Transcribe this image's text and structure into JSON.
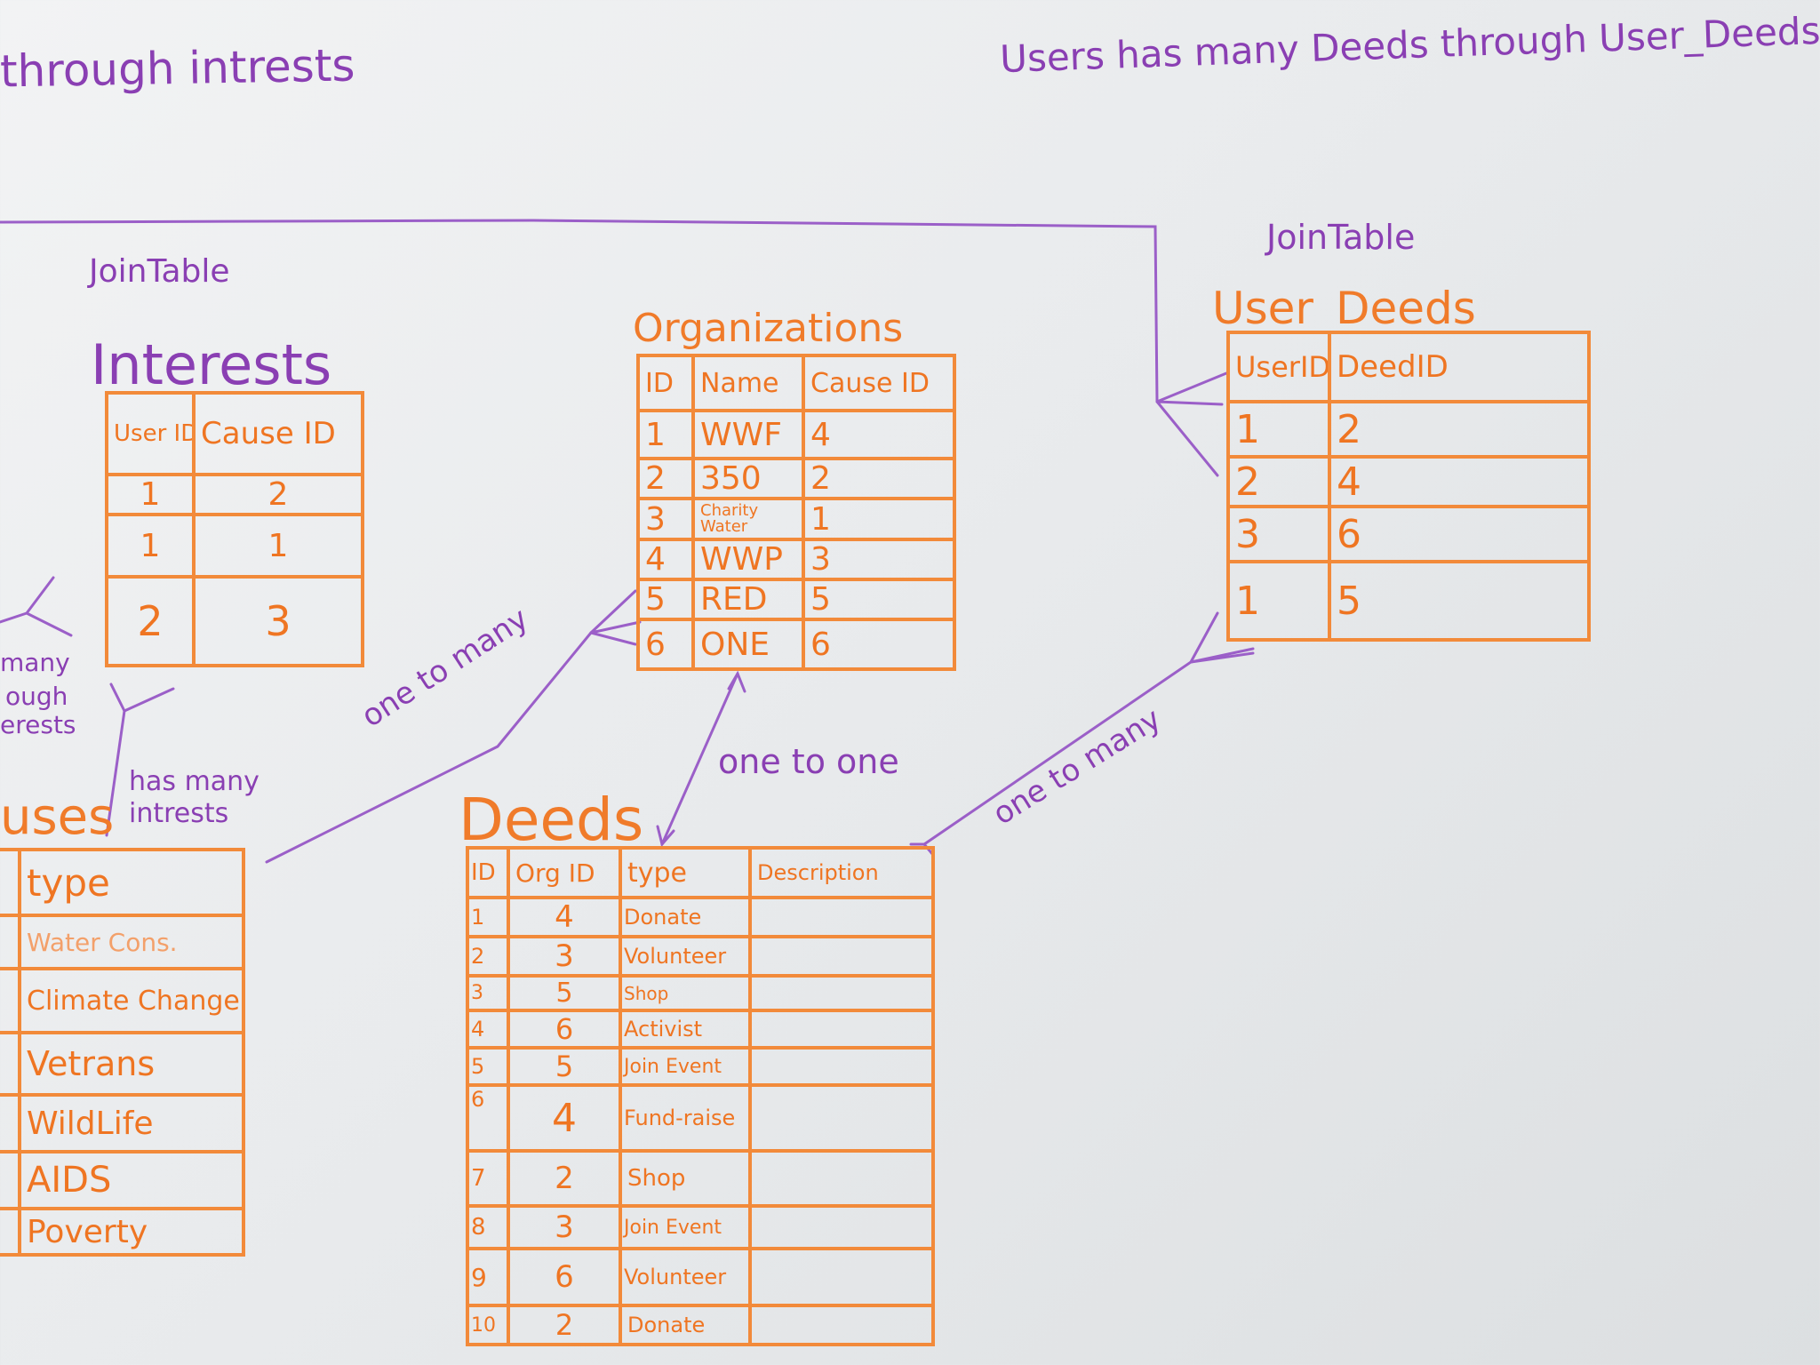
{
  "notes": {
    "top_left": "through intrests",
    "top_right": "Users has many Deeds through User_Deeds",
    "left_join_label": "JoinTable",
    "right_join_label": "JoinTable",
    "one_to_many_left": "one to many",
    "one_to_one": "one to one",
    "one_to_many_right": "one to many",
    "has_many_interests": "has many intrests",
    "many_fragment": "many",
    "through_fragment": "ough",
    "interests_fragment": "erests"
  },
  "interests": {
    "title": "Interests",
    "headers": [
      "User ID",
      "Cause ID"
    ],
    "rows": [
      [
        "1",
        "2"
      ],
      [
        "1",
        "1"
      ],
      [
        "2",
        "3"
      ]
    ]
  },
  "organizations": {
    "title": "Organizations",
    "headers": [
      "ID",
      "Name",
      "Cause ID"
    ],
    "rows": [
      [
        "1",
        "WWF",
        "4"
      ],
      [
        "2",
        "350",
        "2"
      ],
      [
        "3",
        "Charity Water",
        "1"
      ],
      [
        "4",
        "WWP",
        "3"
      ],
      [
        "5",
        "RED",
        "5"
      ],
      [
        "6",
        "ONE",
        "6"
      ]
    ]
  },
  "user_deeds": {
    "title": "User_Deeds",
    "headers": [
      "UserID",
      "DeedID"
    ],
    "rows": [
      [
        "1",
        "2"
      ],
      [
        "2",
        "4"
      ],
      [
        "3",
        "6"
      ],
      [
        "1",
        "5"
      ]
    ]
  },
  "causes": {
    "title": "uses",
    "headers": [
      "type"
    ],
    "rows": [
      [
        "Water Cons."
      ],
      [
        "Climate Change"
      ],
      [
        "Vetrans"
      ],
      [
        "WildLife"
      ],
      [
        "AIDS"
      ],
      [
        "Poverty"
      ]
    ]
  },
  "deeds": {
    "title": "Deeds",
    "headers": [
      "ID",
      "Org ID",
      "type",
      "Description"
    ],
    "rows": [
      [
        "1",
        "4",
        "Donate",
        ""
      ],
      [
        "2",
        "3",
        "Volunteer",
        ""
      ],
      [
        "3",
        "5",
        "Shop",
        ""
      ],
      [
        "4",
        "6",
        "Activist",
        ""
      ],
      [
        "5",
        "5",
        "Join Event",
        ""
      ],
      [
        "6",
        "4",
        "Fund-raise",
        ""
      ],
      [
        "7",
        "2",
        "Shop",
        ""
      ],
      [
        "8",
        "3",
        "Join Event",
        ""
      ],
      [
        "9",
        "6",
        "Volunteer",
        ""
      ],
      [
        "10",
        "2",
        "Donate",
        ""
      ]
    ]
  }
}
